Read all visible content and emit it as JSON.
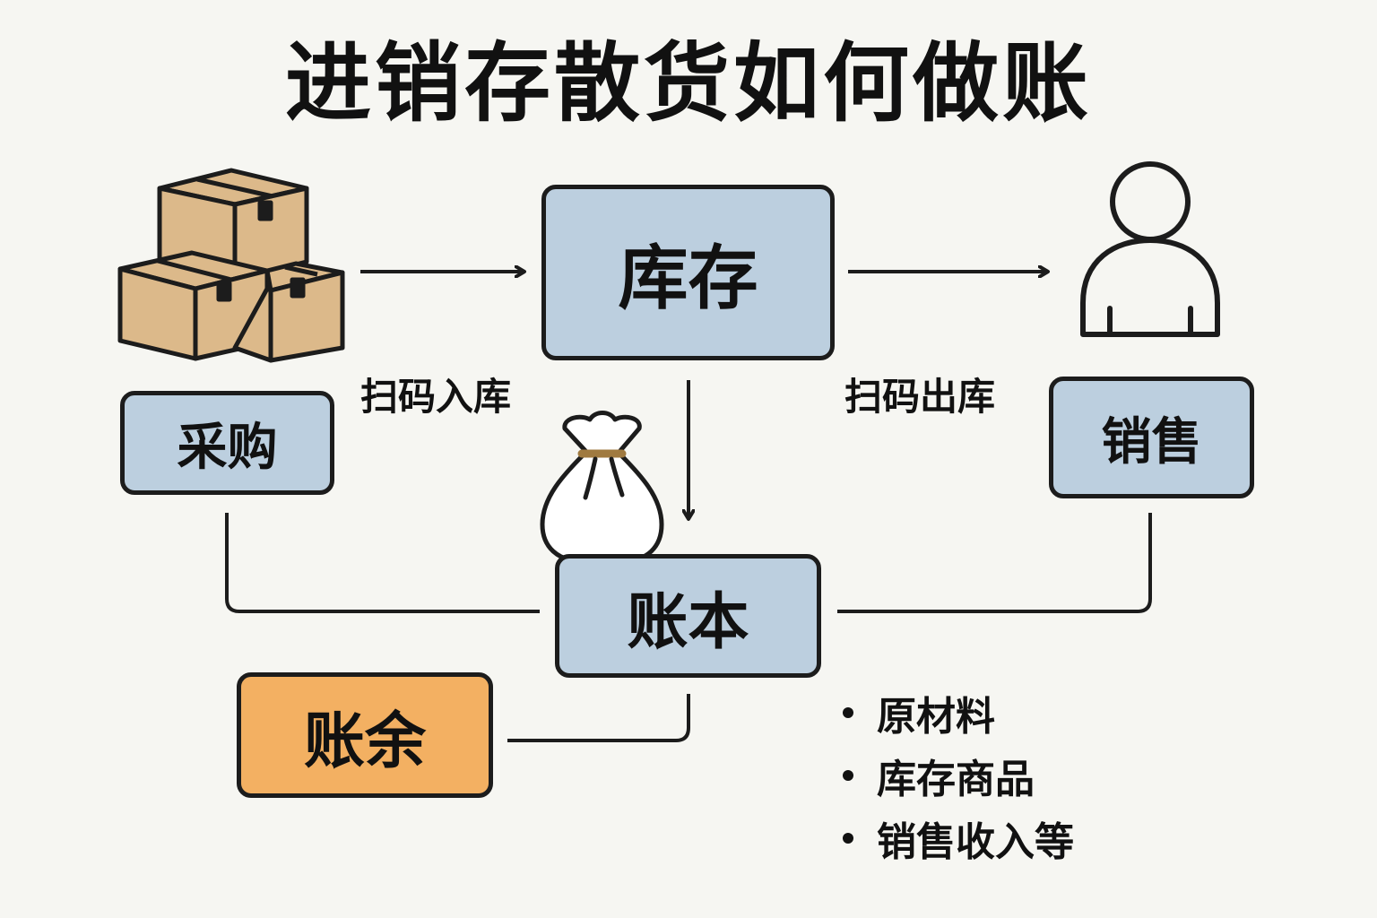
{
  "title": "进销存散货如何做账",
  "nodes": {
    "inventory": "库存",
    "purchase": "采购",
    "sales": "销售",
    "ledger": "账本",
    "balance": "账余"
  },
  "edge_labels": {
    "scan_in": "扫码入库",
    "scan_out": "扫码出库"
  },
  "ledger_items": [
    "原材料",
    "库存商品",
    "销售收入等"
  ],
  "icons": {
    "boxes": "boxes-icon",
    "person": "person-icon",
    "money_bag": "money-bag-icon"
  },
  "colors": {
    "box_fill": "#bccfdf",
    "balance_fill": "#f3b062",
    "carton_fill": "#dcb98a",
    "stroke": "#1c1c1c",
    "background": "#f6f6f2"
  }
}
